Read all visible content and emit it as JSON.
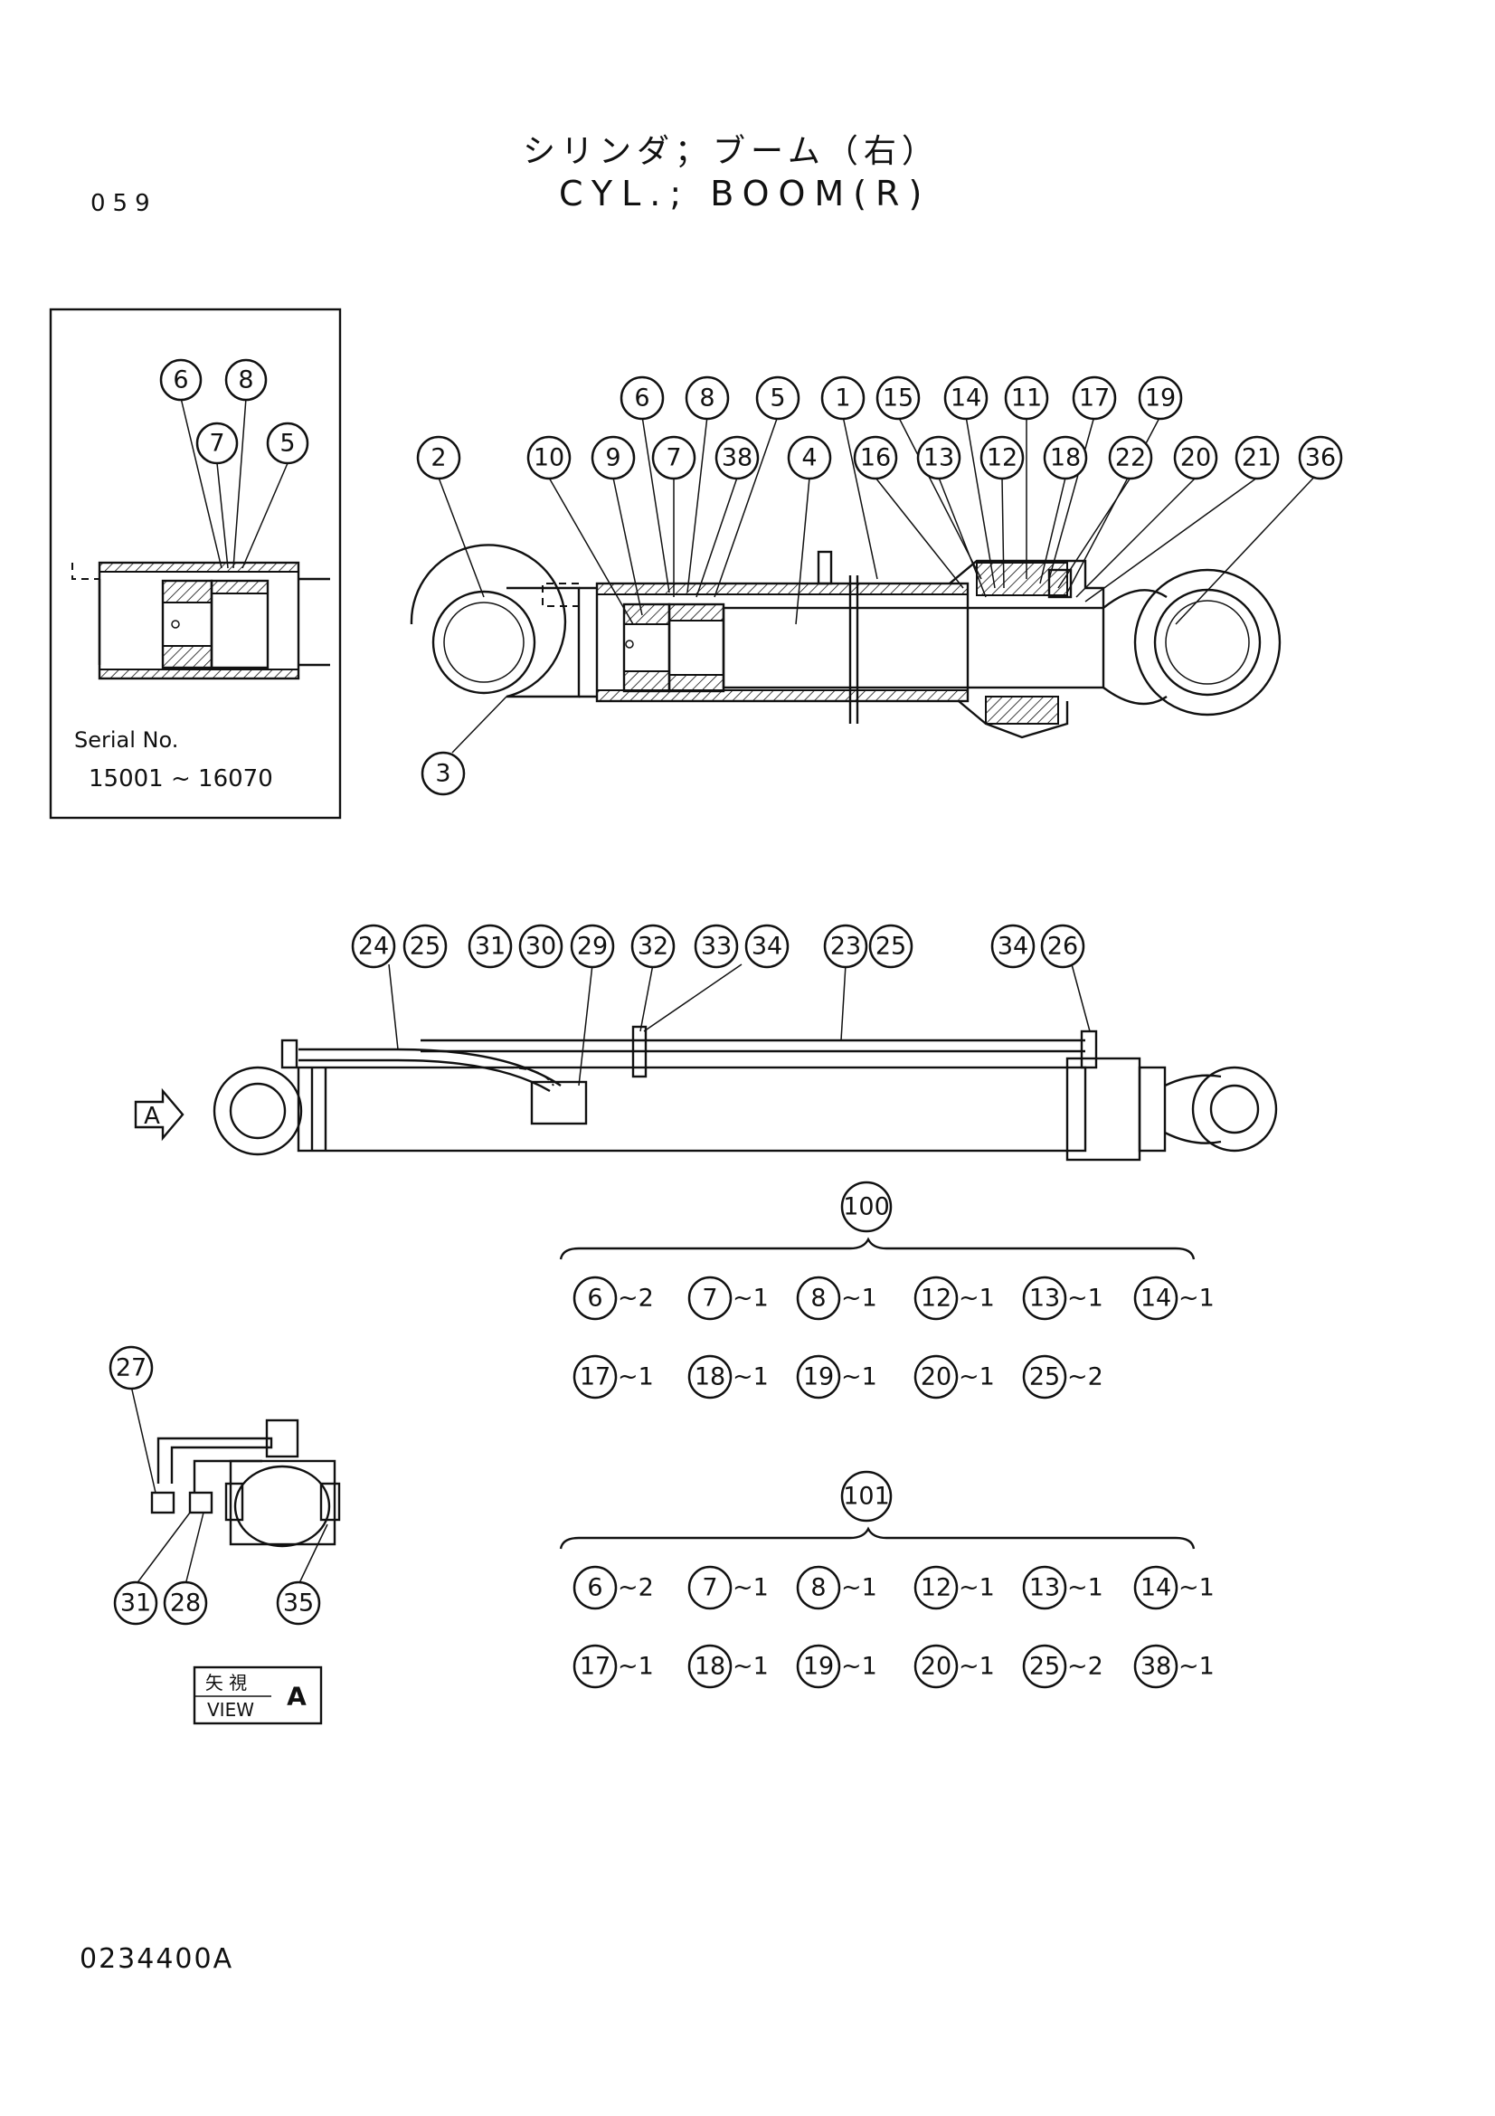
{
  "header": {
    "title_jp": "シリンダ；ブーム（右）",
    "title_en": "CYL.; BOOM(R)",
    "page_number": "059"
  },
  "inset": {
    "serial_label": "Serial No.",
    "serial_range": "15001 ~ 16070",
    "callouts": [
      "6",
      "8",
      "7",
      "5"
    ]
  },
  "section_view": {
    "callouts": [
      "6",
      "8",
      "5",
      "1",
      "15",
      "14",
      "11",
      "17",
      "19",
      "2",
      "10",
      "9",
      "7",
      "38",
      "4",
      "16",
      "13",
      "12",
      "18",
      "22",
      "20",
      "21",
      "36",
      "3"
    ]
  },
  "side_view": {
    "callouts": [
      "24",
      "25",
      "31",
      "30",
      "29",
      "32",
      "33",
      "34",
      "23",
      "25",
      "34",
      "26"
    ],
    "view_marker": "A"
  },
  "view_a": {
    "callouts": [
      "27",
      "31",
      "28",
      "35"
    ],
    "label_jp": "矢 視",
    "label_en": "VIEW",
    "label_letter": "A"
  },
  "kits": [
    {
      "kit_no": "100",
      "rows": [
        [
          {
            "part": "6",
            "qty": "~2"
          },
          {
            "part": "7",
            "qty": "~1"
          },
          {
            "part": "8",
            "qty": "~1"
          },
          {
            "part": "12",
            "qty": "~1"
          },
          {
            "part": "13",
            "qty": "~1"
          },
          {
            "part": "14",
            "qty": "~1"
          }
        ],
        [
          {
            "part": "17",
            "qty": "~1"
          },
          {
            "part": "18",
            "qty": "~1"
          },
          {
            "part": "19",
            "qty": "~1"
          },
          {
            "part": "20",
            "qty": "~1"
          },
          {
            "part": "25",
            "qty": "~2"
          }
        ]
      ]
    },
    {
      "kit_no": "101",
      "rows": [
        [
          {
            "part": "6",
            "qty": "~2"
          },
          {
            "part": "7",
            "qty": "~1"
          },
          {
            "part": "8",
            "qty": "~1"
          },
          {
            "part": "12",
            "qty": "~1"
          },
          {
            "part": "13",
            "qty": "~1"
          },
          {
            "part": "14",
            "qty": "~1"
          }
        ],
        [
          {
            "part": "17",
            "qty": "~1"
          },
          {
            "part": "18",
            "qty": "~1"
          },
          {
            "part": "19",
            "qty": "~1"
          },
          {
            "part": "20",
            "qty": "~1"
          },
          {
            "part": "25",
            "qty": "~2"
          },
          {
            "part": "38",
            "qty": "~1"
          }
        ]
      ]
    }
  ],
  "footer": {
    "drawing_number": "0234400A"
  }
}
